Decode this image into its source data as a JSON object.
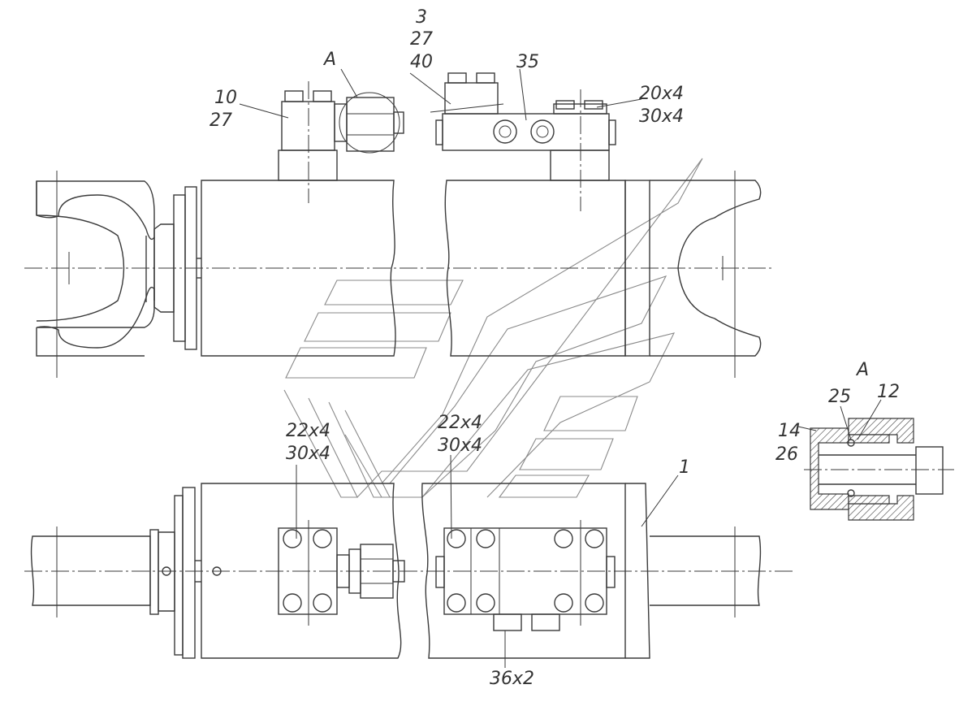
{
  "callouts": {
    "view_a_top": "A",
    "c10": "10",
    "c27a": "27",
    "c3": "3",
    "c27b": "27",
    "c40": "40",
    "c35": "35",
    "c20x4": "20x4",
    "c30x4a": "30x4",
    "c22x4a": "22x4",
    "c30x4b": "30x4",
    "c22x4b": "22x4",
    "c30x4c": "30x4",
    "c1": "1",
    "c36x2": "36x2",
    "view_a_detail": "A",
    "c25": "25",
    "c12": "12",
    "c14": "14",
    "c26": "26"
  }
}
